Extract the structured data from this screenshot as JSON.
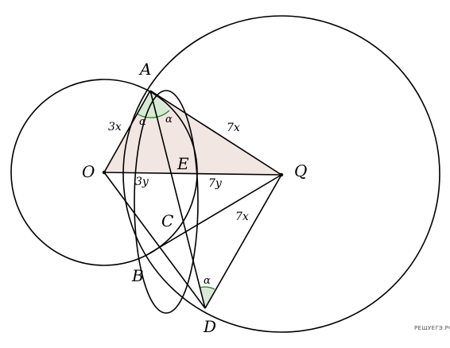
{
  "points": {
    "A": "A",
    "O": "O",
    "E": "E",
    "Q": "Q",
    "C": "C",
    "B": "B",
    "D": "D"
  },
  "segment_labels": {
    "OA": "3x",
    "AQ": "7x",
    "OE": "3y",
    "EQ": "7y",
    "QD": "7x"
  },
  "angle_labels": {
    "A_left": "α",
    "A_right": "α",
    "D": "α"
  },
  "watermark": "РЕШУЕГЭ.РФ",
  "colors": {
    "shaded_triangle": "#f2e6e2",
    "angle_mark_fill": "#d7ead4",
    "angle_mark_stroke": "#2e7d32",
    "lines": "#000000"
  }
}
